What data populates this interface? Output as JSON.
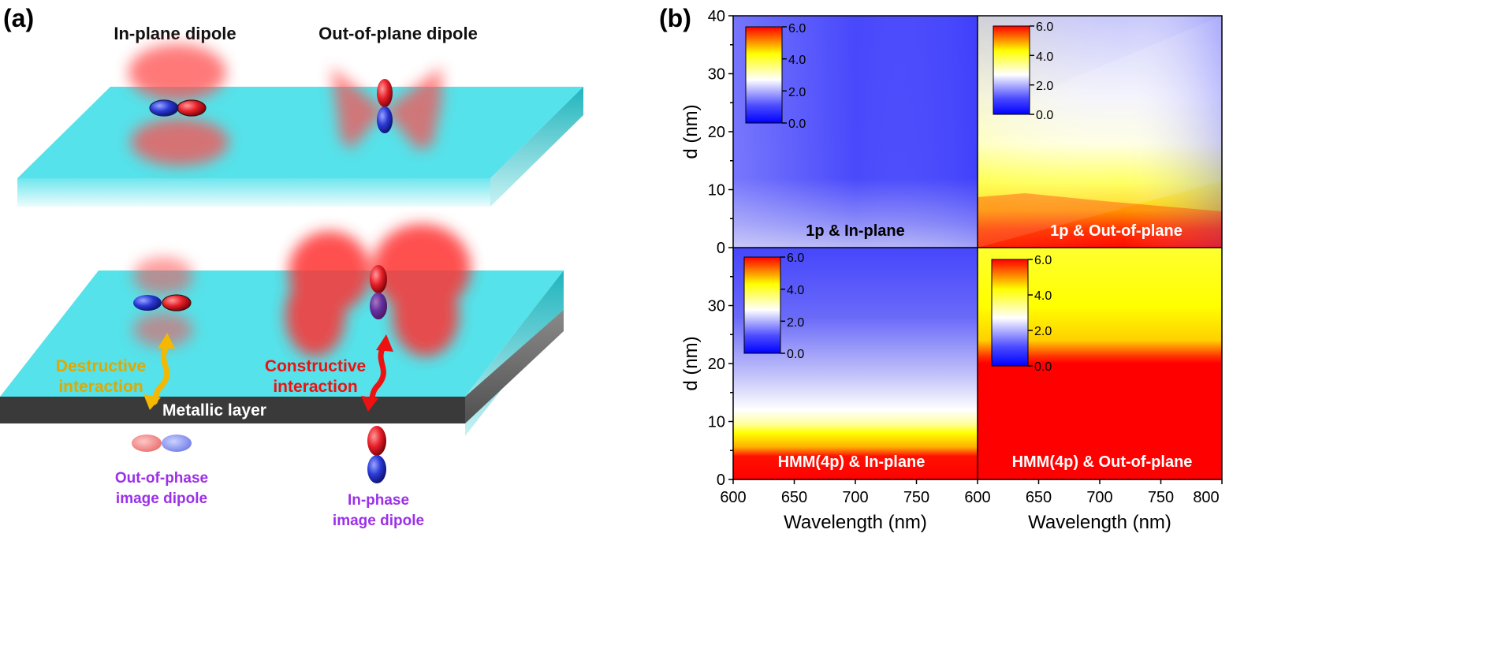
{
  "panel_a": {
    "label": "(a)",
    "title_inplane": "In-plane dipole",
    "title_outplane": "Out-of-plane dipole",
    "destructive_line1": "Destructive",
    "destructive_line2": "interaction",
    "constructive_line1": "Constructive",
    "constructive_line2": "interaction",
    "metallic_layer": "Metallic layer",
    "outphase_line1": "Out-of-phase",
    "outphase_line2": "image dipole",
    "inphase_line1": "In-phase",
    "inphase_line2": "image dipole",
    "colors": {
      "slab_top": "#55e2ea",
      "slab_front_top": "#76e8ee",
      "slab_front_bottom": "#eafcfd",
      "slab_side": "#22b6bf",
      "metal": "#3b3b3b",
      "lobe": "#ff4d4d",
      "dipole_red": "#e8202a",
      "dipole_blue": "#2b3ad6",
      "destructive": "#f0b400",
      "constructive": "#ee1111",
      "image_text": "#9b30e8"
    }
  },
  "panel_b": {
    "label": "(b)",
    "panels": [
      {
        "title": "1p & In-plane",
        "colorbar_ticks": [
          "6.0",
          "4.0",
          "2.0",
          "0.0"
        ]
      },
      {
        "title": "1p & Out-of-plane",
        "colorbar_ticks": [
          "6.0",
          "4.0",
          "2.0",
          "0.0"
        ]
      },
      {
        "title": "HMM(4p) & In-plane",
        "colorbar_ticks": [
          "6.0",
          "4.0",
          "2.0",
          "0.0"
        ]
      },
      {
        "title": "HMM(4p) & Out-of-plane",
        "colorbar_ticks": [
          "6.0",
          "4.0",
          "2.0",
          "0.0"
        ]
      }
    ],
    "ylabel_top": "d (nm)",
    "ylabel_bottom": "d (nm)",
    "xlabel_left": "Wavelength (nm)",
    "xlabel_right": "Wavelength (nm)",
    "yticks_top": [
      "40",
      "30",
      "20",
      "10",
      "0"
    ],
    "yticks_bottom": [
      "30",
      "20",
      "10",
      "0"
    ],
    "xticks_left": [
      "600",
      "650",
      "700",
      "750"
    ],
    "xticks_right": [
      "600",
      "650",
      "700",
      "750",
      "800"
    ],
    "colormap": [
      "#0000ff",
      "#ffffff",
      "#ffff00",
      "#ff0000"
    ],
    "color_range": [
      0.0,
      6.0
    ]
  }
}
